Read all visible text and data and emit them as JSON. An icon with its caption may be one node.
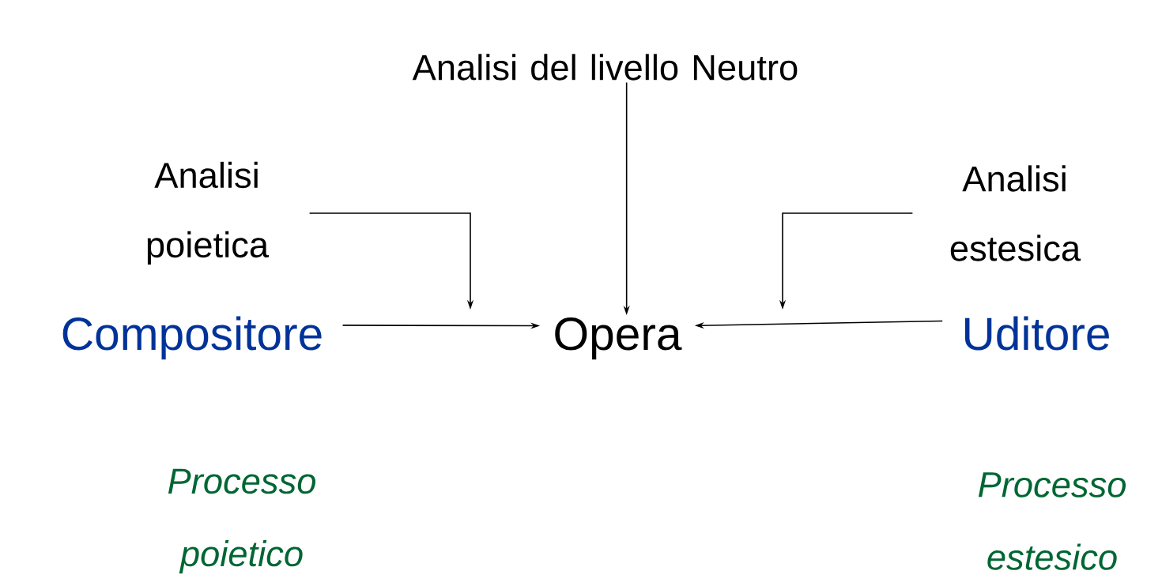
{
  "diagram": {
    "nodes": [
      {
        "text": [
          "Compositore"
        ]
      },
      {
        "text": [
          "Opera"
        ]
      },
      {
        "text": [
          "Uditore"
        ]
      },
      {
        "text": [
          "Analisi poietica"
        ]
      },
      {
        "text": [
          "Analisi del livello Neutro"
        ]
      },
      {
        "text": [
          "Analisi estesica"
        ]
      }
    ],
    "edges": [
      {
        "from": 0,
        "to": 1,
        "arrow": "to"
      },
      {
        "from": 2,
        "to": 1,
        "arrow": "to"
      },
      {
        "from": 4,
        "to": 1,
        "arrow": "to"
      },
      {
        "from": 3,
        "to": null,
        "arrow": "to"
      },
      {
        "from": 5,
        "to": null,
        "arrow": "to"
      }
    ],
    "labels": [
      "Processo poietico",
      "Processo estesico"
    ]
  }
}
